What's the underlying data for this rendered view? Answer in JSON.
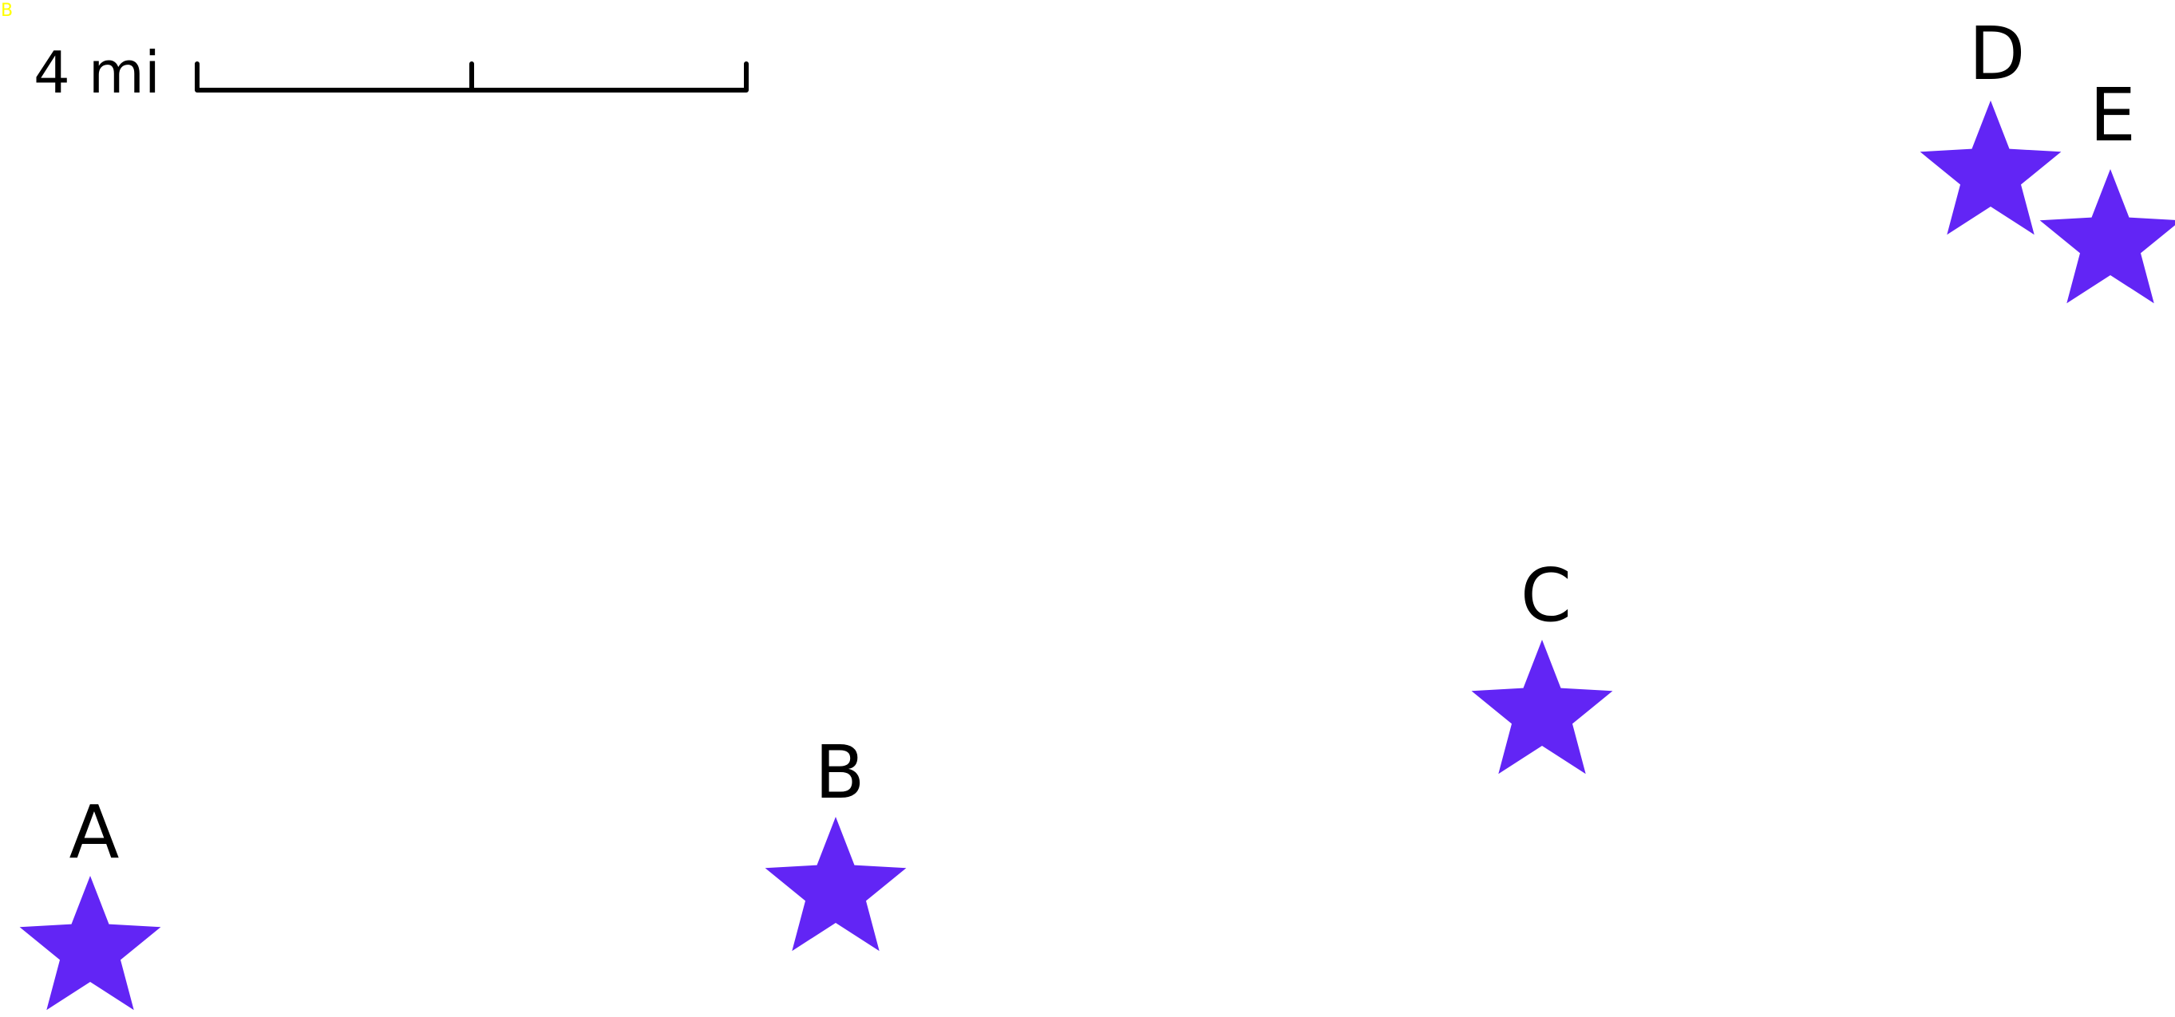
{
  "corner_letter": "B",
  "scale": {
    "label": "4 mi"
  },
  "marker_color": "#6225f5",
  "markers": [
    {
      "label": "A",
      "icon": "star-icon"
    },
    {
      "label": "B",
      "icon": "star-icon"
    },
    {
      "label": "C",
      "icon": "star-icon"
    },
    {
      "label": "D",
      "icon": "star-icon"
    },
    {
      "label": "E",
      "icon": "star-icon"
    }
  ]
}
